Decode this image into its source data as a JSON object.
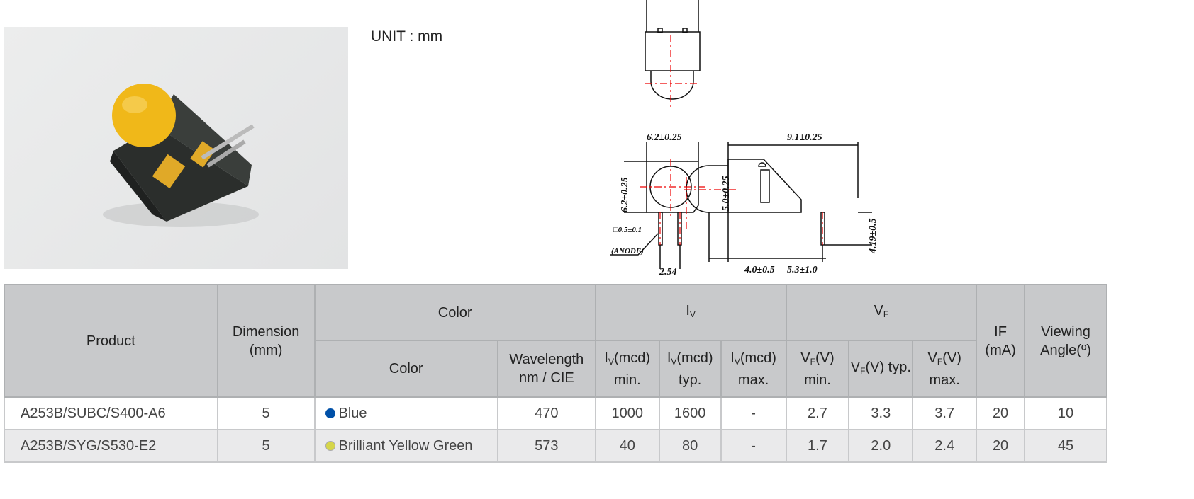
{
  "unit_label": "UNIT : mm",
  "drawing": {
    "front_width": "6.2±0.25",
    "front_height": "6.2±0.25",
    "pin_size": "□0.5±0.1",
    "anode": "(ANODE)",
    "pin_pitch": "2.54",
    "side_length": "9.1±0.25",
    "lens_dia": "5.0±0.25",
    "pin_height": "4.19±0.5",
    "lens_len": "4.0±0.5",
    "body_offset": "5.3±1.0"
  },
  "table": {
    "headers": {
      "product": "Product",
      "dimension": "Dimension (mm)",
      "color_group": "Color",
      "iv_group": "I",
      "iv_sub": "V",
      "vf_group": "V",
      "vf_sub": "F",
      "if": "IF (mA)",
      "viewing": "Viewing Angle(º)",
      "color": "Color",
      "wavelength": "Wavelength nm / CIE",
      "iv_min": "(mcd) min.",
      "iv_typ": "(mcd) typ.",
      "iv_max": "(mcd) max.",
      "vf_min": "(V) min.",
      "vf_typ": "(V) typ.",
      "vf_max": "(V) max."
    },
    "rows": [
      {
        "product": "A253B/SUBC/S400-A6",
        "dimension": "5",
        "color": "Blue",
        "dot_color": "#0050a8",
        "wavelength": "470",
        "iv_min": "1000",
        "iv_typ": "1600",
        "iv_max": "-",
        "vf_min": "2.7",
        "vf_typ": "3.3",
        "vf_max": "3.7",
        "if": "20",
        "angle": "10"
      },
      {
        "product": "A253B/SYG/S530-E2",
        "dimension": "5",
        "color": "Brilliant Yellow Green",
        "dot_color": "#d6d64a",
        "wavelength": "573",
        "iv_min": "40",
        "iv_typ": "80",
        "iv_max": "-",
        "vf_min": "1.7",
        "vf_typ": "2.0",
        "vf_max": "2.4",
        "if": "20",
        "angle": "45"
      }
    ]
  }
}
